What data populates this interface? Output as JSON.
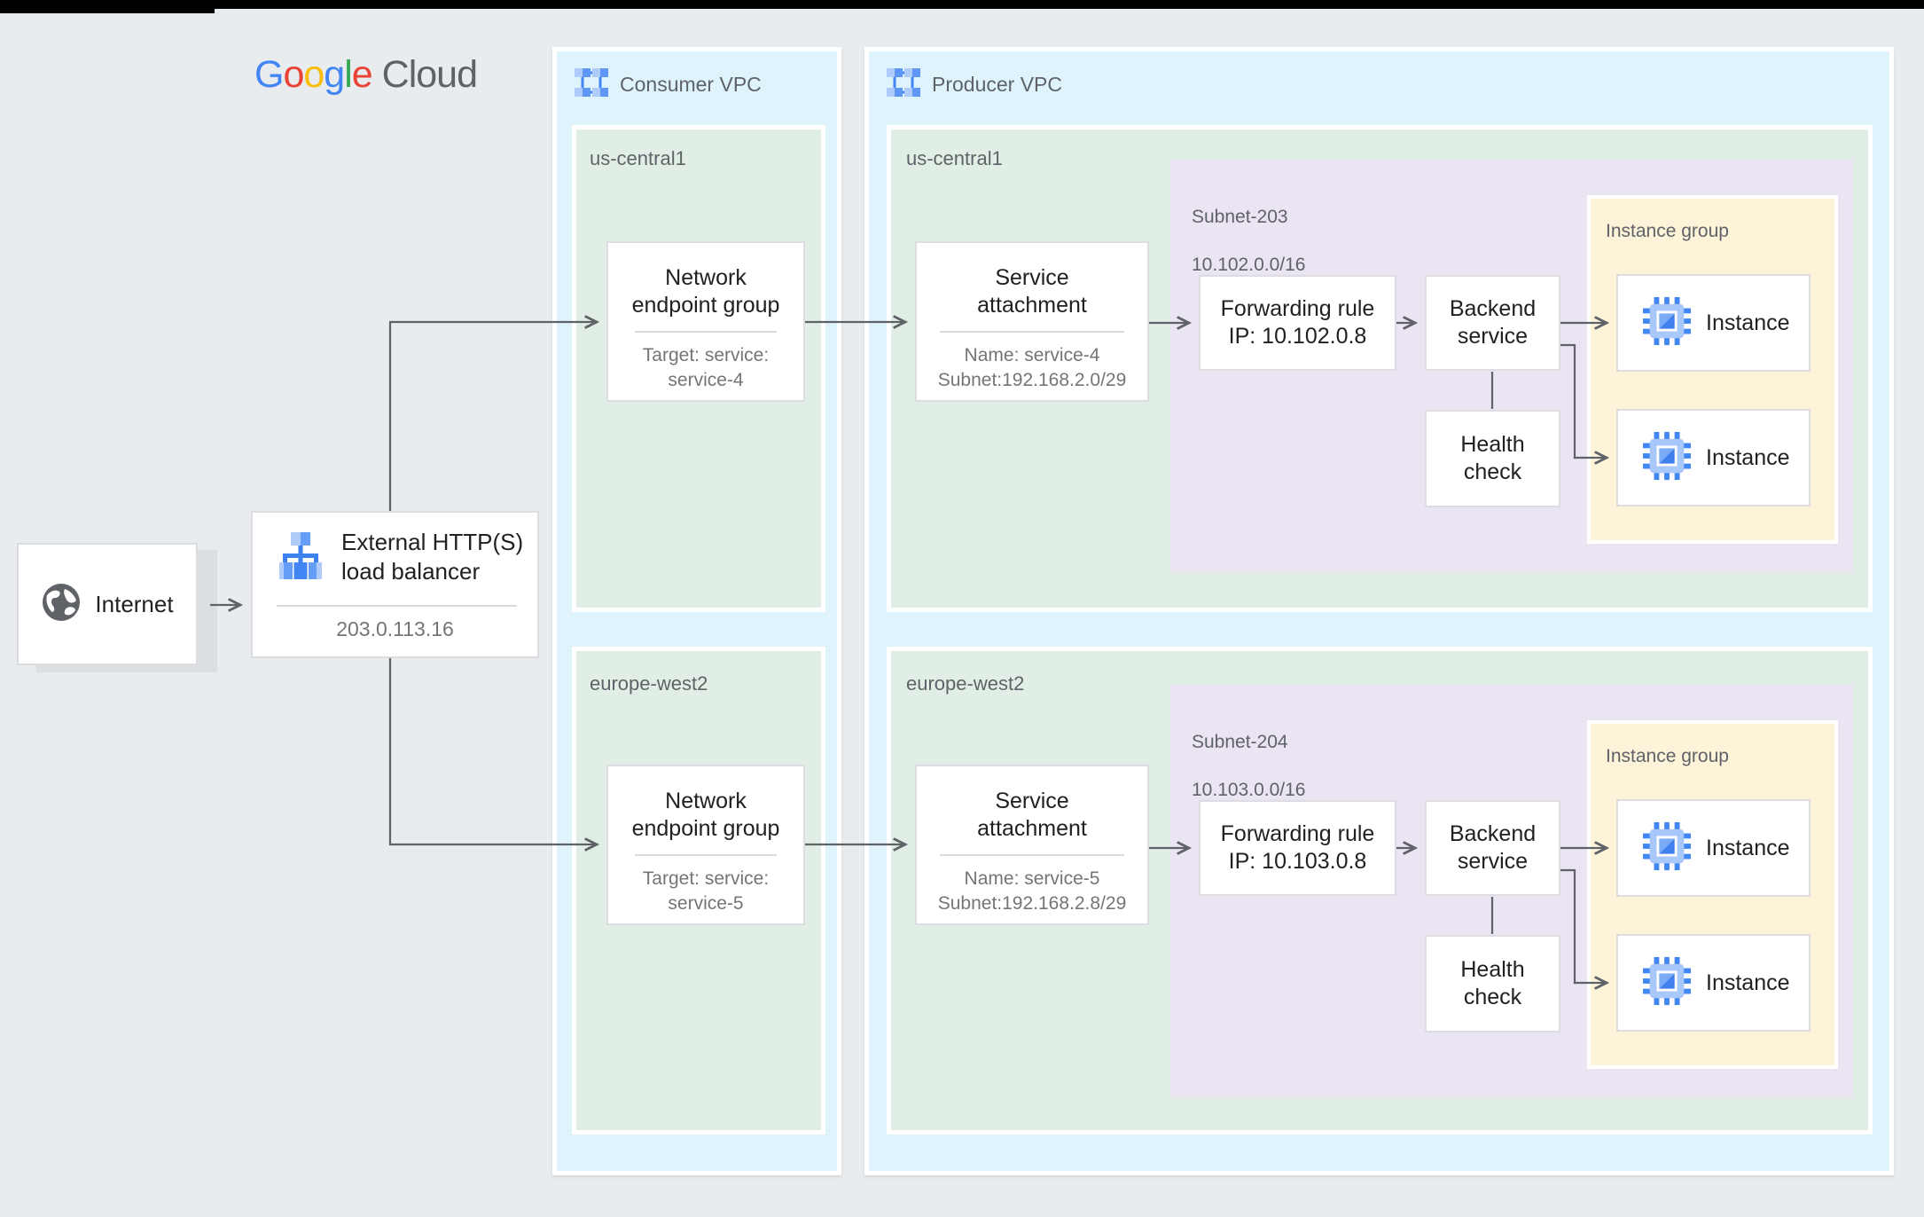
{
  "logo": {
    "brand_letters": [
      {
        "ch": "G",
        "color": "#4285F4"
      },
      {
        "ch": "o",
        "color": "#EA4335"
      },
      {
        "ch": "o",
        "color": "#FBBC05"
      },
      {
        "ch": "g",
        "color": "#4285F4"
      },
      {
        "ch": "l",
        "color": "#34A853"
      },
      {
        "ch": "e",
        "color": "#EA4335"
      }
    ],
    "suffix": " Cloud"
  },
  "internet": {
    "label": "Internet"
  },
  "load_balancer": {
    "title1": "External HTTP(S)",
    "title2": "load balancer",
    "ip": "203.0.113.16"
  },
  "consumer_vpc": {
    "label": "Consumer VPC",
    "regions": [
      {
        "name": "us-central1",
        "neg": {
          "title1": "Network",
          "title2": "endpoint group",
          "sub1": "Target: service:",
          "sub2": "service-4"
        }
      },
      {
        "name": "europe-west2",
        "neg": {
          "title1": "Network",
          "title2": "endpoint group",
          "sub1": "Target: service:",
          "sub2": "service-5"
        }
      }
    ]
  },
  "producer_vpc": {
    "label": "Producer VPC",
    "regions": [
      {
        "name": "us-central1",
        "service_attachment": {
          "title1": "Service",
          "title2": "attachment",
          "sub1": "Name: service-4",
          "sub2": "Subnet:192.168.2.0/29"
        },
        "subnet": {
          "name": "Subnet-203",
          "cidr": "10.102.0.0/16"
        },
        "forwarding_rule": {
          "title": "Forwarding rule",
          "ip": "IP: 10.102.0.8"
        },
        "backend_service": {
          "line1": "Backend",
          "line2": "service"
        },
        "health_check": {
          "line1": "Health",
          "line2": "check"
        },
        "instance_group": {
          "label": "Instance group",
          "instances": [
            "Instance",
            "Instance"
          ]
        }
      },
      {
        "name": "europe-west2",
        "service_attachment": {
          "title1": "Service",
          "title2": "attachment",
          "sub1": "Name: service-5",
          "sub2": "Subnet:192.168.2.8/29"
        },
        "subnet": {
          "name": "Subnet-204",
          "cidr": "10.103.0.0/16"
        },
        "forwarding_rule": {
          "title": "Forwarding rule",
          "ip": "IP: 10.103.0.8"
        },
        "backend_service": {
          "line1": "Backend",
          "line2": "service"
        },
        "health_check": {
          "line1": "Health",
          "line2": "check"
        },
        "instance_group": {
          "label": "Instance group",
          "instances": [
            "Instance",
            "Instance"
          ]
        }
      }
    ]
  },
  "palette": {
    "vpc_blue": "#dff3fc",
    "region_green": "#e1eee6",
    "subnet_purple": "#ebe4f3",
    "instance_yellow": "#fdf3d8",
    "google_blue": "#4285f4",
    "light_blue": "#a8c7fa",
    "line_gray": "#5f6368",
    "canvas_gray": "#e9ecee"
  }
}
